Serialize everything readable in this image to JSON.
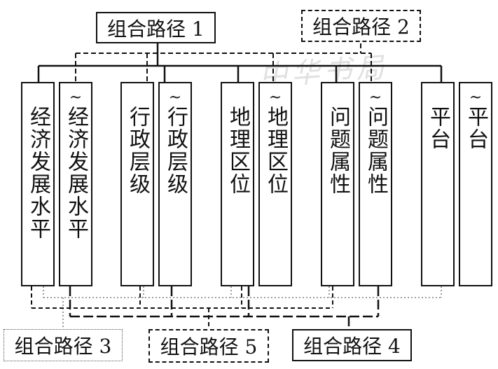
{
  "paths": {
    "path1": "组合路径 1",
    "path2": "组合路径 2",
    "path3": "组合路径 3",
    "path4": "组合路径 4",
    "path5": "组合路径 5"
  },
  "conditions": [
    {
      "text": "经济发展水平",
      "neg": ""
    },
    {
      "text": "经济发展水平",
      "neg": "~"
    },
    {
      "text": "行政层级",
      "neg": ""
    },
    {
      "text": "行政层级",
      "neg": "~"
    },
    {
      "text": "地理区位",
      "neg": ""
    },
    {
      "text": "地理区位",
      "neg": "~"
    },
    {
      "text": "问题属性",
      "neg": ""
    },
    {
      "text": "问题属性",
      "neg": "~"
    },
    {
      "text": "平台",
      "neg": ""
    },
    {
      "text": "平台",
      "neg": "~"
    }
  ],
  "watermark": "中华书局"
}
